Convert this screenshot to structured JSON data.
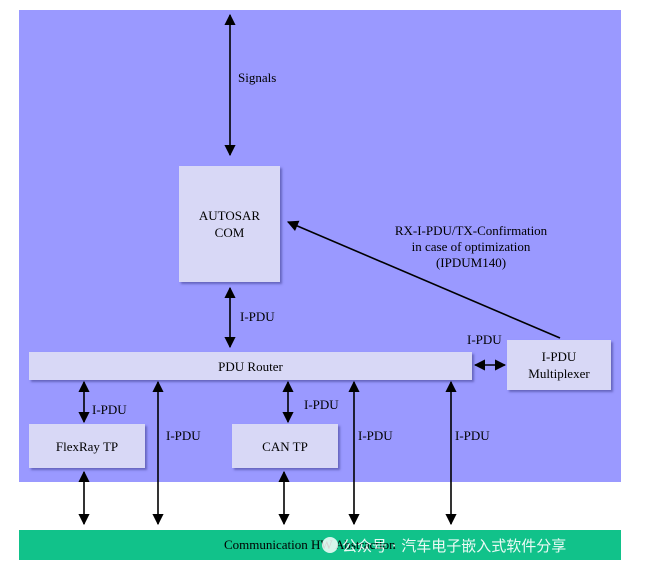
{
  "labels": {
    "signals": "Signals",
    "autosar_com_line1": "AUTOSAR",
    "autosar_com_line2": "COM",
    "pdu_router": "PDU Router",
    "ipdu_mux_line1": "I-PDU",
    "ipdu_mux_line2": "Multiplexer",
    "flexray_tp": "FlexRay TP",
    "can_tp": "CAN TP",
    "comm_hw": "Communication HW Abstraction",
    "rx_line1": "RX-I-PDU/TX-Confirmation",
    "rx_line2": "in case of optimization",
    "rx_line3": "(IPDUM140)",
    "ipdu_com_router": "I-PDU",
    "ipdu_router_mux": "I-PDU",
    "ipdu_router_flexray": "I-PDU",
    "ipdu_bypass_left": "I-PDU",
    "ipdu_router_cantp": "I-PDU",
    "ipdu_bypass_mid": "I-PDU",
    "ipdu_bypass_right": "I-PDU"
  },
  "watermark": "公众号 · 汽车电子嵌入式软件分享",
  "colors": {
    "background": "#9a99ff",
    "box": "#d8d8f6",
    "hw_bar": "#11c28a"
  }
}
